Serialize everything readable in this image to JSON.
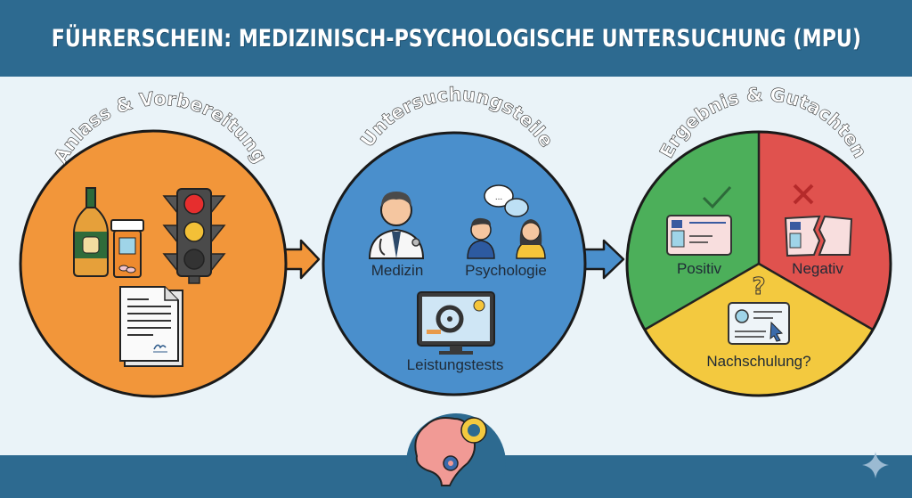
{
  "title": "FÜHRERSCHEIN: MEDIZINISCH-PSYCHOLOGISCHE UNTERSUCHUNG (MPU)",
  "colors": {
    "header_bg": "#2d6a90",
    "background": "#eaf3f8",
    "stage1": "#f2963a",
    "stage2": "#4a8fcc",
    "positive": "#4caf5a",
    "negative": "#e0524e",
    "retraining": "#f3c93f"
  },
  "stages": [
    {
      "title": "Anlass & Vorbereitung",
      "icons": [
        "alcohol-bottle-icon",
        "pill-bottle-icon",
        "traffic-light-icon",
        "document-icon"
      ]
    },
    {
      "title": "Untersuchungsteile",
      "items": [
        {
          "label": "Medizin",
          "icon": "doctor-icon"
        },
        {
          "label": "Psychologie",
          "icon": "conversation-people-icon"
        },
        {
          "label": "Leistungstests",
          "icon": "computer-driving-test-icon"
        }
      ]
    },
    {
      "title": "Ergebnis & Gutachten",
      "outcomes": [
        {
          "label": "Positiv",
          "icon": "checkmark-license-icon"
        },
        {
          "label": "Negativ",
          "icon": "torn-license-icon"
        },
        {
          "label": "Nachschulung?",
          "icon": "question-course-icon"
        }
      ]
    }
  ],
  "footer": {
    "icon": "brain-gears-icon"
  }
}
